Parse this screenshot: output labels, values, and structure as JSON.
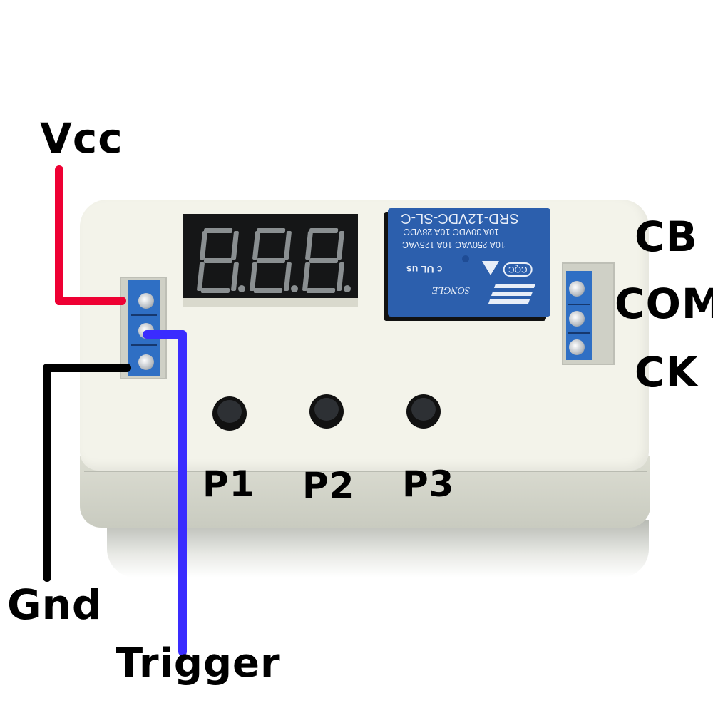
{
  "labels": {
    "vcc": "Vcc",
    "gnd": "Gnd",
    "trigger": "Trigger",
    "cb": "CB",
    "com": "COM",
    "ck": "CK",
    "p1": "P1",
    "p2": "P2",
    "p3": "P3"
  },
  "wires": {
    "vcc": {
      "color": "#ee0033"
    },
    "gnd": {
      "color": "#000000"
    },
    "trigger": {
      "color": "#3a2cff"
    }
  },
  "display": {
    "segments_shown": "8.8.8.",
    "digit_count": 3
  },
  "relay": {
    "model": "SRD-12VDC-SL-C",
    "rating_line_1": "10A 250VAC  10A 125VAC",
    "rating_line_2": "10A 30VDC  10A 28VDC",
    "brand": "SONGLE",
    "cert_cqc": "CQC",
    "cert_ul": "c UL us"
  },
  "colors": {
    "case": "#f3f3ea",
    "terminal": "#2f6fc4",
    "relay": "#2c5fad"
  }
}
